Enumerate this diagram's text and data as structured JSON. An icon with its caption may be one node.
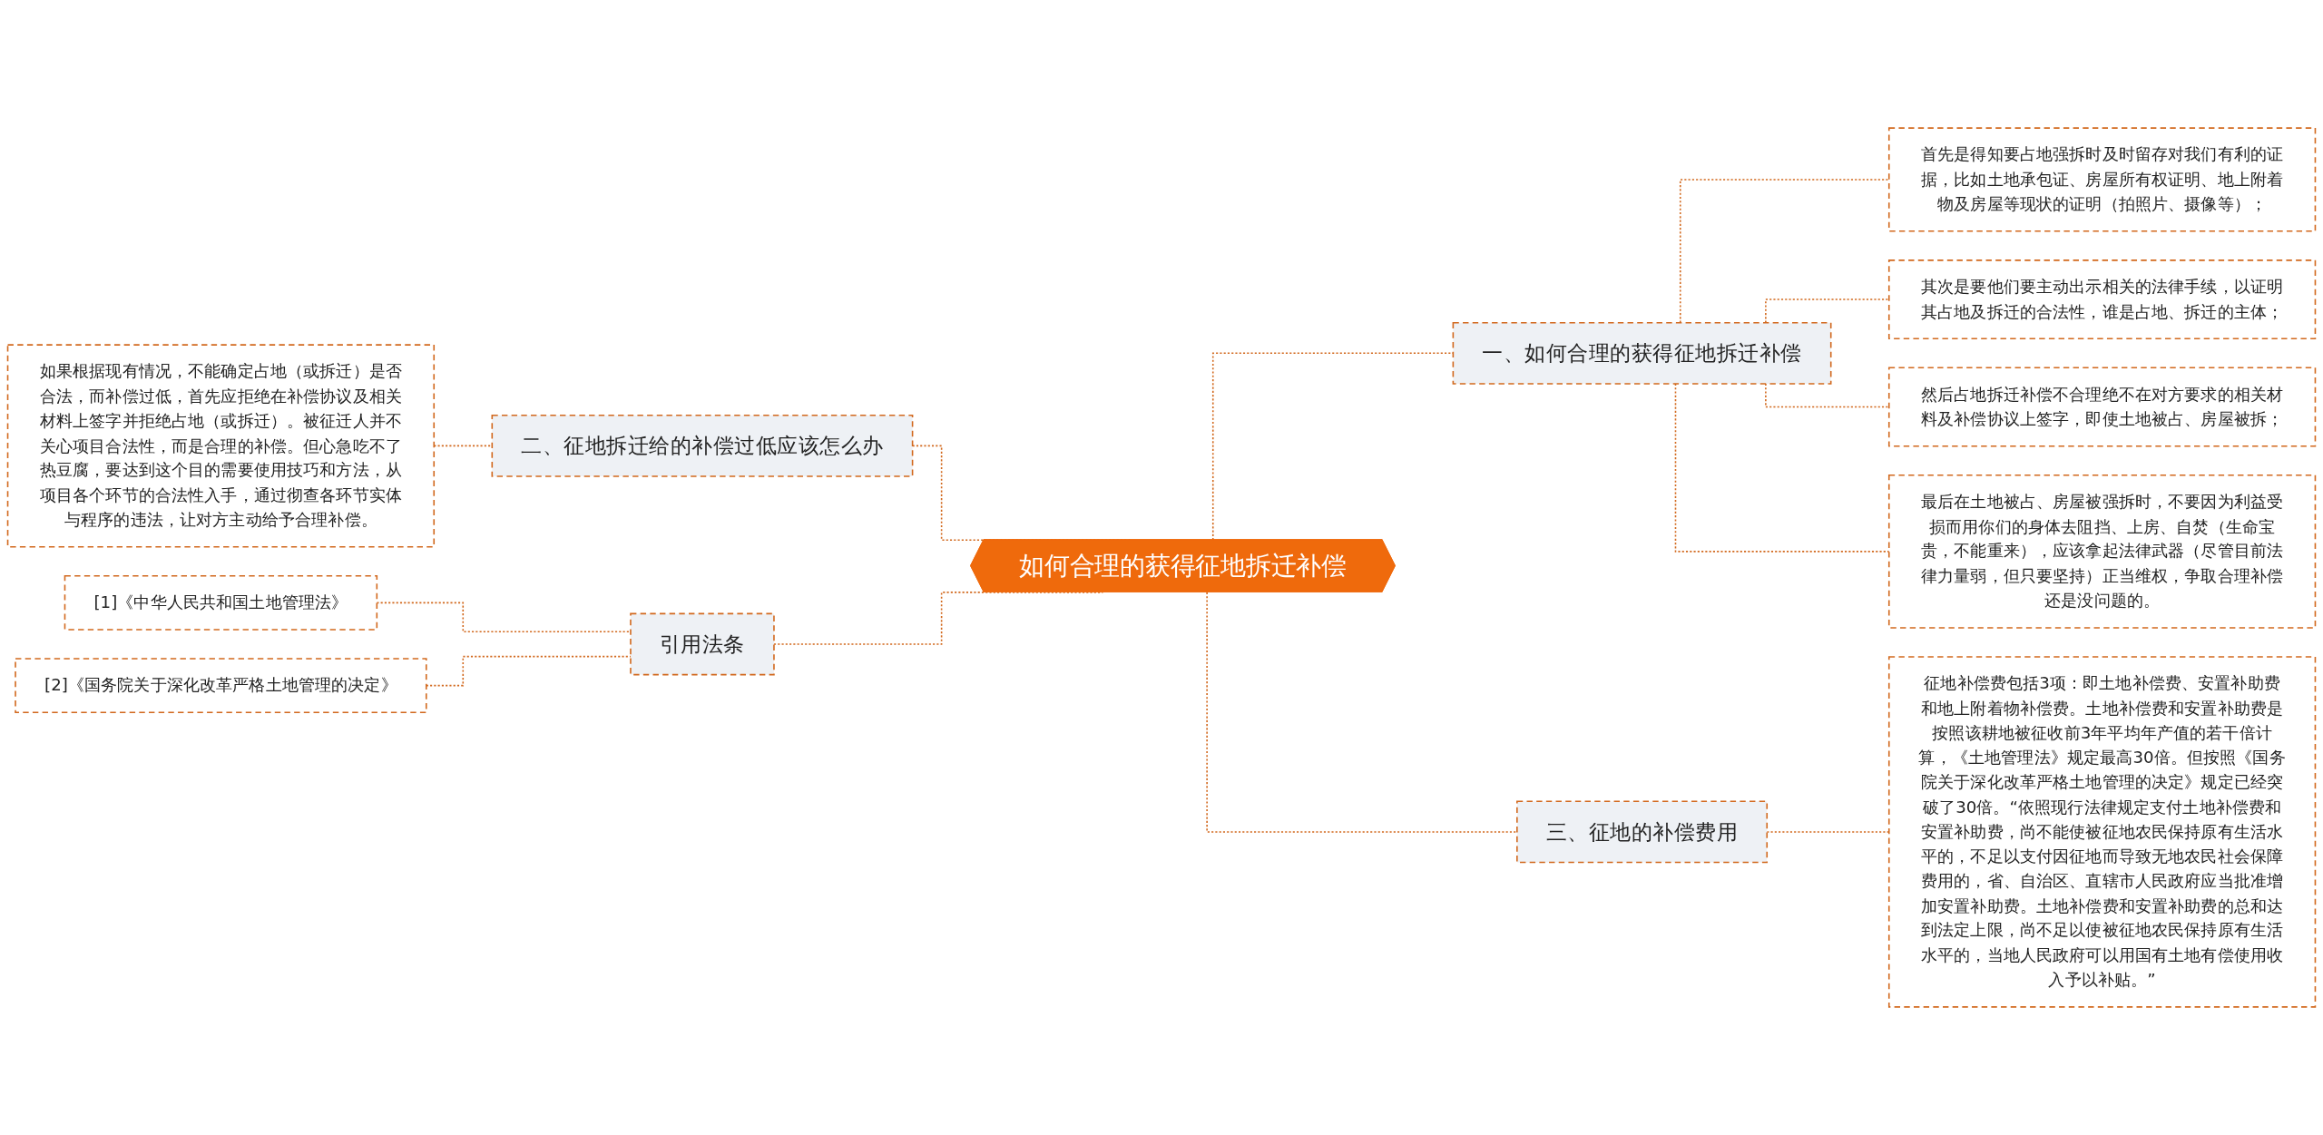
{
  "diagram": {
    "nodes": [
      {
        "text": [
          "如何合理的获得征地拆迁补偿"
        ]
      },
      {
        "text": [
          "一、如何合理的获得征地拆迁补偿"
        ]
      },
      {
        "text": [
          "首先是得知要占地强拆时及时留存对我们有利的证据，比如土地承包证、房屋所有权证明、地上附着物及房屋等现状的证明（拍照片、摄像等）；"
        ]
      },
      {
        "text": [
          "其次是要他们要主动出示相关的法律手续，以证明其占地及拆迁的合法性，谁是占地、拆迁的主体；"
        ]
      },
      {
        "text": [
          "然后占地拆迁补偿不合理绝不在对方要求的相关材料及补偿协议上签字，即使土地被占、房屋被拆；"
        ]
      },
      {
        "text": [
          "最后在土地被占、房屋被强拆时，不要因为利益受损而用你们的身体去阻挡、上房、自焚（生命宝贵，不能重来），应该拿起法律武器（尽管目前法律力量弱，但只要坚持）正当维权，争取合理补偿还是没问题的。"
        ]
      },
      {
        "text": [
          "三、征地的补偿费用"
        ]
      },
      {
        "text": [
          "征地补偿费包括3项：即土地补偿费、安置补助费和地上附着物补偿费。土地补偿费和安置补助费是按照该耕地被征收前3年平均年产值的若干倍计算，《土地管理法》规定最高30倍。但按照《国务院关于深化改革严格土地管理的决定》规定已经突破了30倍。“依照现行法律规定支付土地补偿费和安置补助费，尚不能使被征地农民保持原有生活水平的，不足以支付因征地而导致无地农民社会保障费用的，省、自治区、直辖市人民政府应当批准增加安置补助费。土地补偿费和安置补助费的总和达到法定上限，尚不足以使被征地农民保持原有生活水平的，当地人民政府可以用国有土地有偿使用收入予以补贴。”"
        ]
      },
      {
        "text": [
          "二、征地拆迁给的补偿过低应该怎么办"
        ]
      },
      {
        "text": [
          "如果根据现有情况，不能确定占地（或拆迁）是否合法，而补偿过低，首先应拒绝在补偿协议及相关材料上签字并拒绝占地（或拆迁）。被征迁人并不关心项目合法性，而是合理的补偿。但心急吃不了热豆腐，要达到这个目的需要使用技巧和方法，从项目各个环节的合法性入手，通过彻查各环节实体与程序的违法，让对方主动给予合理补偿。"
        ]
      },
      {
        "text": [
          "引用法条"
        ]
      },
      {
        "text": [
          "[1]《中华人民共和国土地管理法》"
        ]
      },
      {
        "text": [
          "[2]《国务院关于深化改革严格土地管理的决定》"
        ]
      }
    ],
    "edges": [
      {
        "from": 0,
        "to": 1,
        "arrow": "none",
        "style": "dashed"
      },
      {
        "from": 1,
        "to": 2,
        "arrow": "none",
        "style": "dashed"
      },
      {
        "from": 1,
        "to": 3,
        "arrow": "none",
        "style": "dashed"
      },
      {
        "from": 1,
        "to": 4,
        "arrow": "none",
        "style": "dashed"
      },
      {
        "from": 1,
        "to": 5,
        "arrow": "none",
        "style": "dashed"
      },
      {
        "from": 0,
        "to": 6,
        "arrow": "none",
        "style": "dashed"
      },
      {
        "from": 6,
        "to": 7,
        "arrow": "none",
        "style": "dashed"
      },
      {
        "from": 8,
        "to": 0,
        "arrow": "none",
        "style": "dashed"
      },
      {
        "from": 9,
        "to": 8,
        "arrow": "none",
        "style": "dashed"
      },
      {
        "from": 10,
        "to": 0,
        "arrow": "none",
        "style": "dashed"
      },
      {
        "from": 11,
        "to": 10,
        "arrow": "none",
        "style": "dashed"
      },
      {
        "from": 12,
        "to": 10,
        "arrow": "none",
        "style": "dashed"
      }
    ]
  }
}
